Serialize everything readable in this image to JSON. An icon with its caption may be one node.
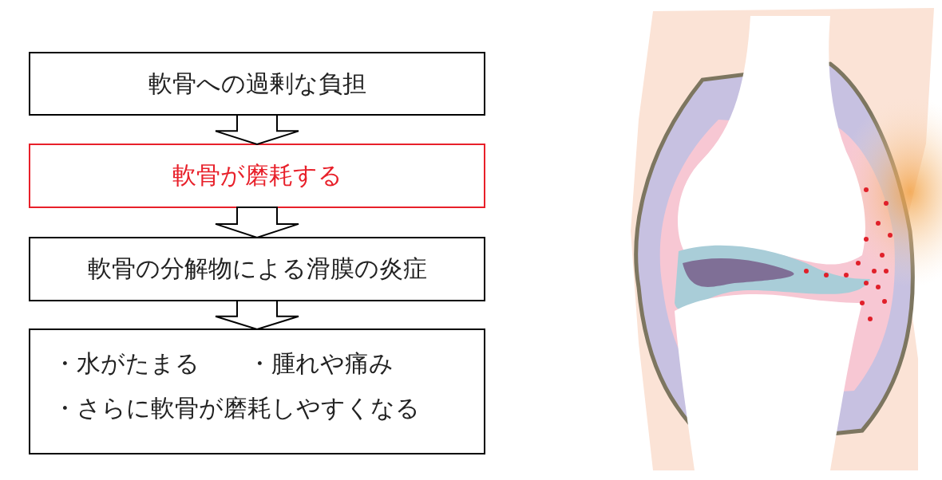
{
  "diagram": {
    "nodes": [
      {
        "text": [
          "軟骨への過剰な負担"
        ]
      },
      {
        "text": [
          "軟骨が磨耗する"
        ]
      },
      {
        "text": [
          "軟骨の分解物による滑膜の炎症"
        ]
      },
      {
        "text": [
          "・水がたまる",
          "・腫れや痛み",
          "・さらに軟骨が磨耗しやすくなる"
        ]
      }
    ],
    "edges": [
      {
        "from": 0,
        "to": 1,
        "arrow": "to"
      },
      {
        "from": 1,
        "to": 2,
        "arrow": "to"
      },
      {
        "from": 2,
        "to": 3,
        "arrow": "to"
      }
    ]
  }
}
